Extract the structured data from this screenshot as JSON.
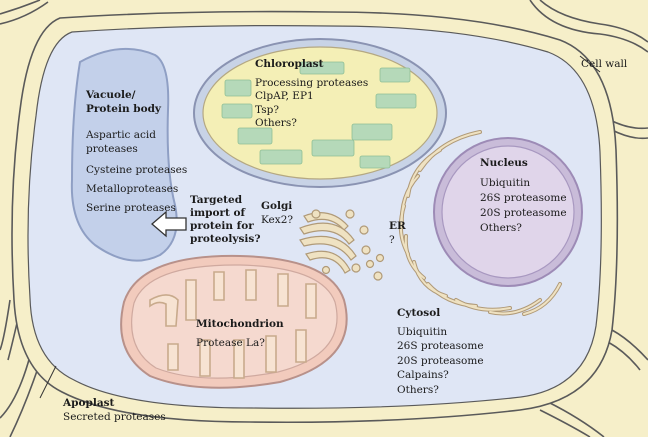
{
  "vacuole": {
    "title_line1": "Vacuole/",
    "title_line2": "Protein body",
    "items": [
      "Aspartic acid",
      "proteases",
      "Cysteine proteases",
      "Metalloproteases",
      "Serine proteases"
    ]
  },
  "chloroplast": {
    "title": "Chloroplast",
    "items": [
      "Processing proteases",
      "ClpAP, EP1",
      "Tsp?",
      "Others?"
    ]
  },
  "golgi": {
    "title": "Golgi",
    "item": "Kex2?"
  },
  "er": {
    "title": "ER",
    "item": "?"
  },
  "nucleus": {
    "title": "Nucleus",
    "items": [
      "Ubiquitin",
      "26S proteasome",
      "20S proteasome",
      "Others?"
    ]
  },
  "targeted": {
    "lines": [
      "Targeted",
      "import of",
      "protein for",
      "proteolysis?"
    ]
  },
  "mitochondrion": {
    "title": "Mitochondrion",
    "item": "Protease La?"
  },
  "cytosol": {
    "title": "Cytosol",
    "items": [
      "Ubiquitin",
      "26S proteasome",
      "20S proteasome",
      "Calpains?",
      "Others?"
    ]
  },
  "cell_wall": {
    "label": "Cell wall"
  },
  "apoplast": {
    "title": "Apoplast",
    "item": "Secreted proteases"
  },
  "colors": {
    "wall": "#f6efc9",
    "wall_edge": "#5a5a5a",
    "cytoplasm": "#dfe6f5",
    "vacuole": "#c3d0ea",
    "chloroplast_fill": "#f4efb6",
    "thylakoid": "#b5d9b9",
    "nucleus": "#e0d5ea",
    "mitochondrion": "#f5d9cf",
    "membrane": "#d9c9a6"
  }
}
